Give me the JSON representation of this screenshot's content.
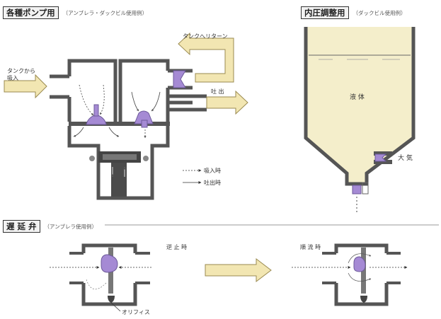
{
  "pump_section": {
    "title": "各種ポンプ用",
    "note": "（アンブレラ・ダックビル使用例）",
    "label_from_tank": "タンクから\n吸入",
    "label_return": "タンクへリターン",
    "label_discharge": "吐 出",
    "legend_suction": "吸入時",
    "legend_discharge": "吐出時"
  },
  "pressure_section": {
    "title": "内圧調整用",
    "note": "（ダックビル使用例）",
    "label_liquid": "液 体",
    "label_air": "大 気"
  },
  "delay_section": {
    "title": "遅 延 弁",
    "note": "（アンブレラ使用例）",
    "label_stop": "逆 止 時",
    "label_normal": "順 流 時",
    "label_orifice": "オリフィス"
  },
  "colors": {
    "fill_cream": "#f4eecb",
    "valve_purple": "#a58ad4",
    "wall": "#666666",
    "wall_dark": "#3c3c3c",
    "arrow_fill": "#f2e6b2",
    "arrow_stroke": "#9a8a50"
  }
}
